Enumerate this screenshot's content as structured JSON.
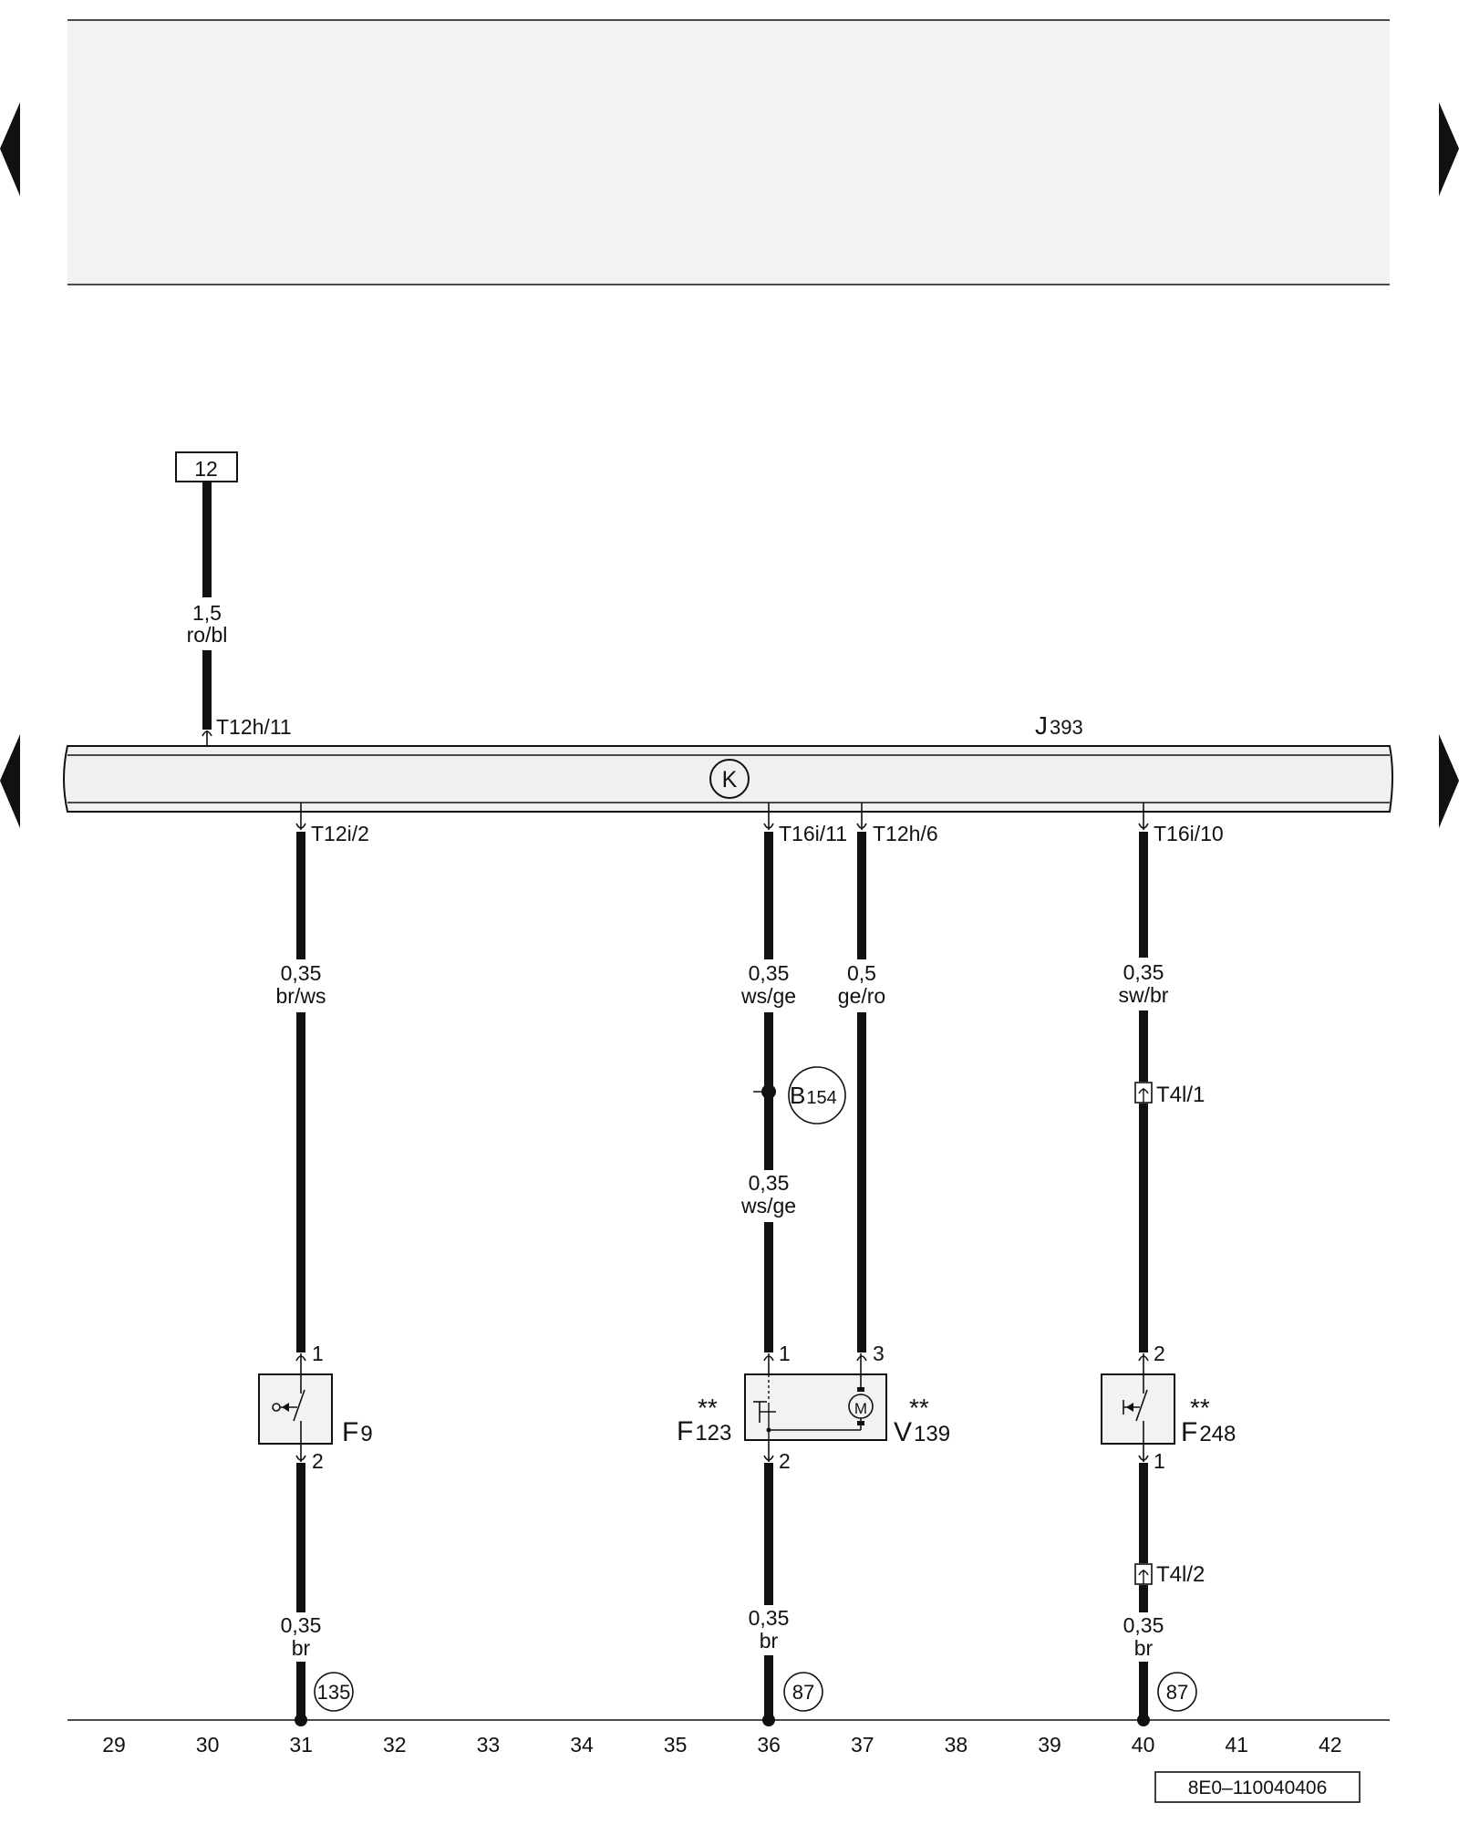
{
  "nav": {
    "prev_icon": "triangle-left-icon",
    "next_icon": "triangle-right-icon"
  },
  "colors": {
    "line": "#111111",
    "header_band": "#f2f2f2",
    "control_unit_fill": "#f0f0f0"
  },
  "control_unit": {
    "label_main": "J",
    "label_sub": "393",
    "symbol": "K"
  },
  "source": {
    "ref": "12",
    "cs": "1,5",
    "color": "ro/bl",
    "pin": "T12h/11"
  },
  "wires": {
    "w31": {
      "pin": "T12i/2",
      "cs": "0,35",
      "color": "br/ws",
      "comp_pin_top": "1",
      "comp_pin_bot": "2",
      "comp_main": "F",
      "comp_sub": "9",
      "cs2": "0,35",
      "color2": "br",
      "ground": "135"
    },
    "w36": {
      "pin": "T16i/11",
      "cs": "0,35",
      "color": "ws/ge",
      "splice_main": "B",
      "splice_sub": "154",
      "cs_mid": "0,35",
      "color_mid": "ws/ge",
      "comp_pin_top": "1",
      "comp_pin_bot": "2",
      "comp_main": "F",
      "comp_sub": "123",
      "comp_stars": "**",
      "cs2": "0,35",
      "color2": "br",
      "ground": "87"
    },
    "w37": {
      "pin": "T12h/6",
      "cs": "0,5",
      "color": "ge/ro",
      "comp_pin_top": "3",
      "comp_main": "V",
      "comp_sub": "139",
      "comp_stars": "**",
      "motor": "M"
    },
    "w40": {
      "pin": "T16i/10",
      "cs": "0,35",
      "color": "sw/br",
      "conn1_main": "T4l",
      "conn1_sub": "/1",
      "comp_pin_top": "2",
      "comp_pin_bot": "1",
      "comp_main": "F",
      "comp_sub": "248",
      "comp_stars": "**",
      "conn2_main": "T4l",
      "conn2_sub": "/2",
      "cs2": "0,35",
      "color2": "br",
      "ground": "87"
    }
  },
  "scale": [
    "29",
    "30",
    "31",
    "32",
    "33",
    "34",
    "35",
    "36",
    "37",
    "38",
    "39",
    "40",
    "41",
    "42"
  ],
  "doc_id": "8E0–110040406"
}
